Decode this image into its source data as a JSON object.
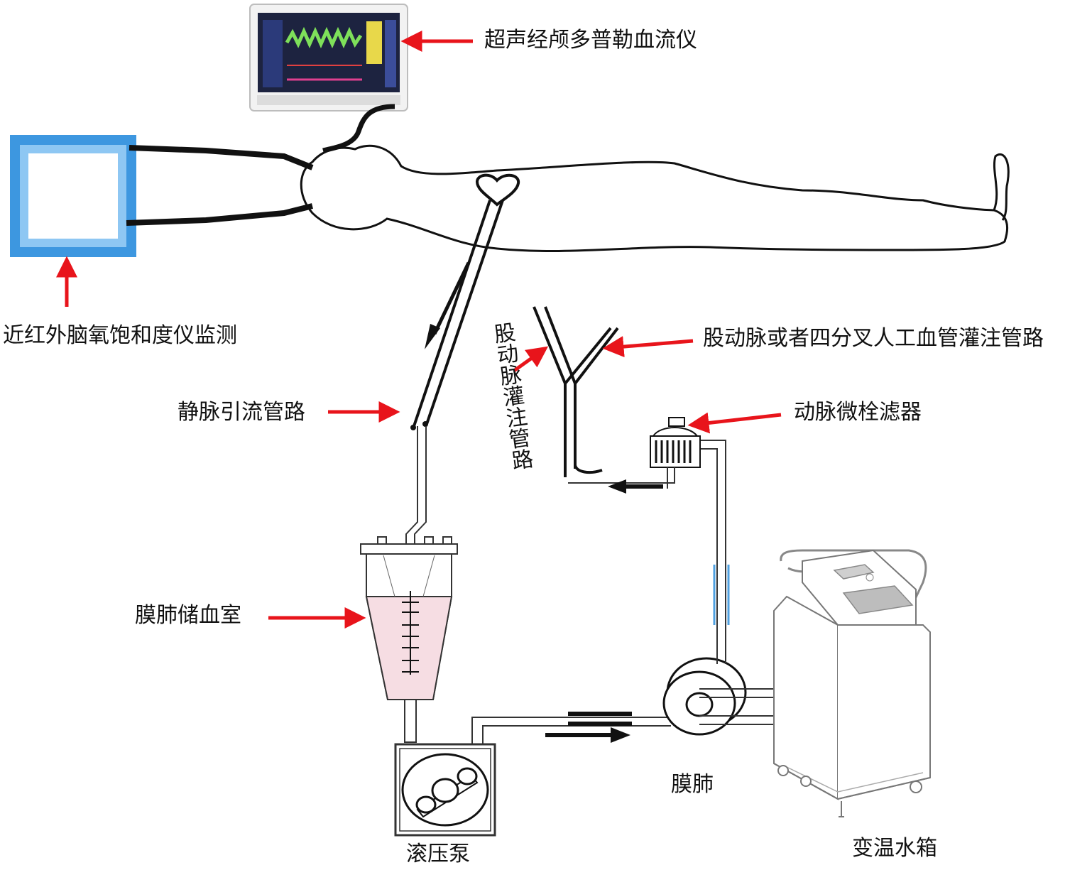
{
  "labels": {
    "doppler": "超声经颅多普勒血流仪",
    "nirs": "近红外脑氧饱和度仪监测",
    "venous_drainage": "静脉引流管路",
    "femoral_perfusion": "股动脉灌注管路",
    "branch_graft": "股动脉或者四分叉人工血管灌注管路",
    "arterial_filter": "动脉微栓滤器",
    "reservoir": "膜肺储血室",
    "oxygenator": "膜肺",
    "roller_pump": "滚压泵",
    "heater_cooler": "变温水箱"
  },
  "colors": {
    "label_arrow": "#e8141b",
    "nirs_frame": "#3d97e0",
    "nirs_inner": "#8ec7f3",
    "reservoir_blood": "#f6dde3",
    "monitor_wave": "#7ee05a",
    "line": "#111111"
  }
}
